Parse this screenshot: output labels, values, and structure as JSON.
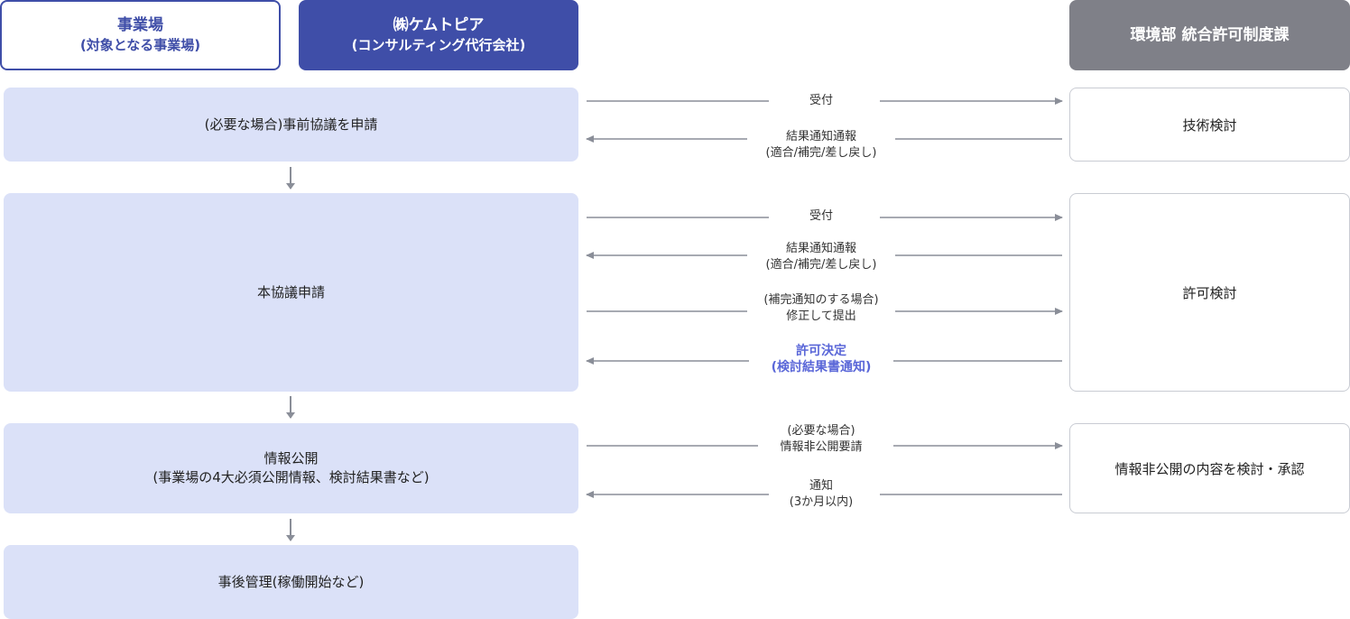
{
  "headers": {
    "client": {
      "title": "事業場",
      "subtitle": "(対象となる事業場)"
    },
    "consultant": {
      "title": "㈱ケムトピア",
      "subtitle": "(コンサルティング代行会社)"
    },
    "government": {
      "title": "環境部 統合許可制度課"
    }
  },
  "steps": [
    {
      "lines": [
        "(必要な場合)事前協議を申請"
      ]
    },
    {
      "lines": [
        "本協議申請"
      ]
    },
    {
      "lines": [
        "情報公開",
        "(事業場の4大必須公開情報、検討結果書など)"
      ]
    },
    {
      "lines": [
        "事後管理(稼働開始など)"
      ]
    }
  ],
  "gov_boxes": [
    {
      "label": "技術検討"
    },
    {
      "label": "許可検討"
    },
    {
      "label": "情報非公開の内容を検討・承認"
    }
  ],
  "arrows": [
    {
      "direction": "right",
      "lines": [
        "受付"
      ]
    },
    {
      "direction": "left",
      "lines": [
        "結果通知通報",
        "(適合/補完/差し戻し)"
      ]
    },
    {
      "direction": "right",
      "lines": [
        "受付"
      ]
    },
    {
      "direction": "left",
      "lines": [
        "結果通知通報",
        "(適合/補完/差し戻し)"
      ]
    },
    {
      "direction": "right",
      "lines": [
        "(補完通知のする場合)",
        "修正して提出"
      ]
    },
    {
      "direction": "left",
      "lines": [
        "許可決定",
        "(検討結果書通知)"
      ],
      "highlight": true
    },
    {
      "direction": "right",
      "lines": [
        "(必要な場合)",
        "情報非公開要請"
      ]
    },
    {
      "direction": "left",
      "lines": [
        "通知",
        "(3か月以内)"
      ]
    }
  ],
  "colors": {
    "primary": "#3f4ea8",
    "step_fill": "#dbe1f8",
    "gov_header": "#7f8088",
    "arrow": "#8a8e98",
    "highlight_text": "#5a67d8"
  }
}
